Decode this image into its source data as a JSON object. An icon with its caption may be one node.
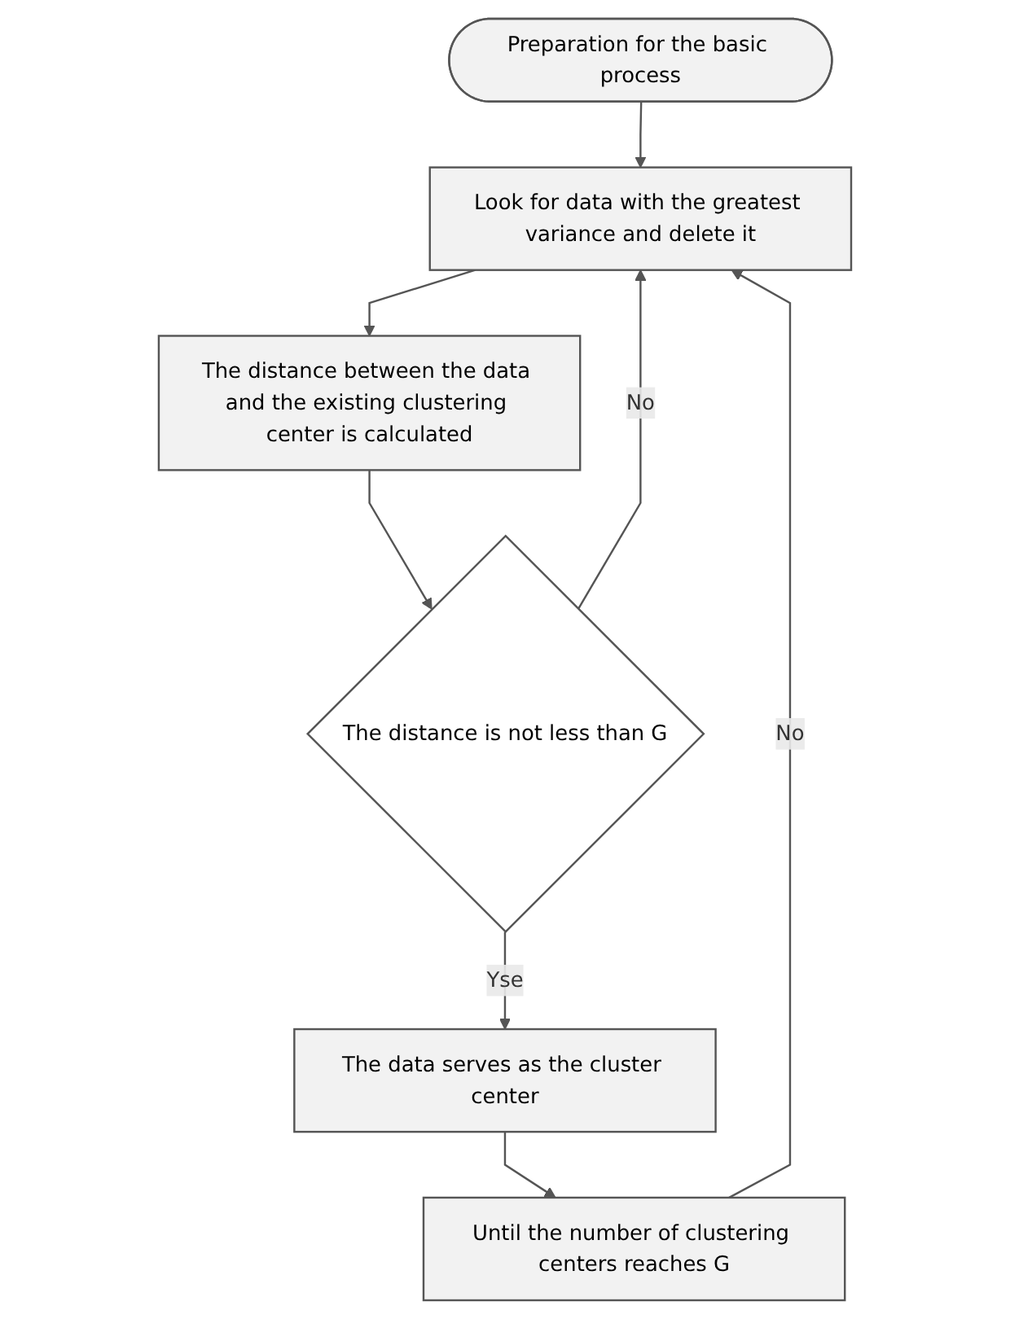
{
  "diagram": {
    "nodes": [
      {
        "text": [
          "Preparation for the basic process"
        ]
      },
      {
        "text": [
          "Look for data with the greatest variance and delete it"
        ]
      },
      {
        "text": [
          "The distance between the data and the existing clustering center is calculated"
        ]
      },
      {
        "text": [
          "The distance is not less than G"
        ]
      },
      {
        "text": [
          "The data serves as the cluster center"
        ]
      },
      {
        "text": [
          "Until the number of clustering centers reaches G"
        ]
      }
    ],
    "edges": [
      {
        "from": 0,
        "to": 1,
        "arrow": "to"
      },
      {
        "from": 1,
        "to": 2,
        "arrow": "to"
      },
      {
        "from": 2,
        "to": 3,
        "arrow": "to"
      },
      {
        "from": 3,
        "to": 4,
        "arrow": "to",
        "label": "Yse"
      },
      {
        "from": 3,
        "to": 1,
        "arrow": "to",
        "label": "No"
      },
      {
        "from": 4,
        "to": 5,
        "arrow": "to"
      },
      {
        "from": 5,
        "to": 1,
        "arrow": "to",
        "label": "No"
      }
    ]
  }
}
